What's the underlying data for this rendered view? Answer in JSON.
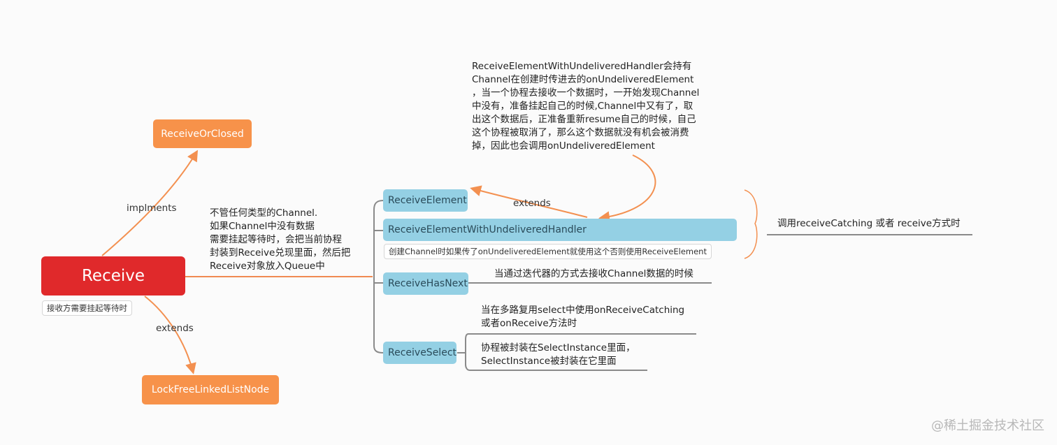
{
  "root": {
    "label": "Receive",
    "note": "接收方需要挂起等待时"
  },
  "receive_or_closed": "ReceiveOrClosed",
  "lock_free": "LockFreeLinkedListNode",
  "edge_labels": {
    "implements": "implments",
    "extends_root": "extends",
    "extends_element": "extends"
  },
  "main_desc": [
    "不管任何类型的Channel.",
    "如果Channel中没有数据",
    "需要挂起等待时，会把当前协程",
    "封装到Receive兑现里面，然后把",
    "Receive对象放入Queue中"
  ],
  "children": {
    "receive_element": "ReceiveElement",
    "receive_element_wuh": "ReceiveElementWithUndeliveredHandler",
    "receive_element_wuh_note": "创建Channel时如果传了onUndeliveredElement就使用这个否则使用ReceiveElement",
    "receive_has_next": "ReceiveHasNext",
    "receive_select": "ReceiveSelect"
  },
  "top_note": [
    "ReceiveElementWithUndeliveredHandler会持有",
    "Channel在创建时传进去的onUndeliveredElement",
    "，当一个协程去接收一个数据时，一开始发现Channel",
    "中没有，准备挂起自己的时候,Channel中又有了，取",
    "出这个数据后，正准备重新resume自己的时候，自己",
    "这个协程被取消了，那么这个数据就没有机会被消费",
    "掉，因此也会调用onUndeliveredElement"
  ],
  "brace_note": "调用receiveCatching 或者 receive方式时",
  "has_next_desc": "当通过迭代器的方式去接收Channel数据的时候",
  "select_desc_1": [
    "当在多路复用select中使用onReceiveCatching",
    "或者onReceive方法时"
  ],
  "select_desc_2": [
    "协程被封装在SelectInstance里面，",
    "SelectInstance被封装在它里面"
  ],
  "watermark": "@稀土掘金技术社区",
  "colors": {
    "root": "#e0292b",
    "orange": "#f7924a",
    "blue": "#94d0e4",
    "line_gray": "#8a8a8a"
  }
}
